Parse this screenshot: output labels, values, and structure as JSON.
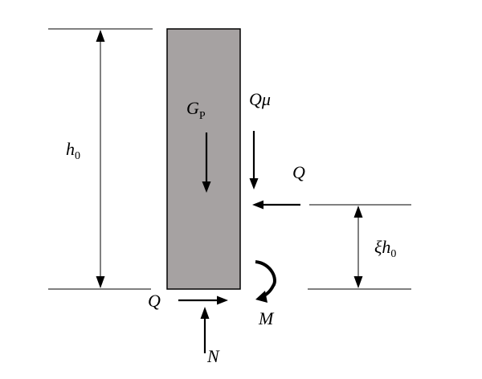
{
  "labels": {
    "h0": {
      "main": "h",
      "sub": "0"
    },
    "gp": {
      "main": "G",
      "sub": "P"
    },
    "q_mu": "Qμ",
    "q_right": "Q",
    "xi_h0": {
      "main": "ξh",
      "sub": "0"
    },
    "q_bottom": "Q",
    "m": "M",
    "n": "N"
  },
  "colors": {
    "block_fill": "#a6a2a2",
    "ink": "#000000"
  }
}
